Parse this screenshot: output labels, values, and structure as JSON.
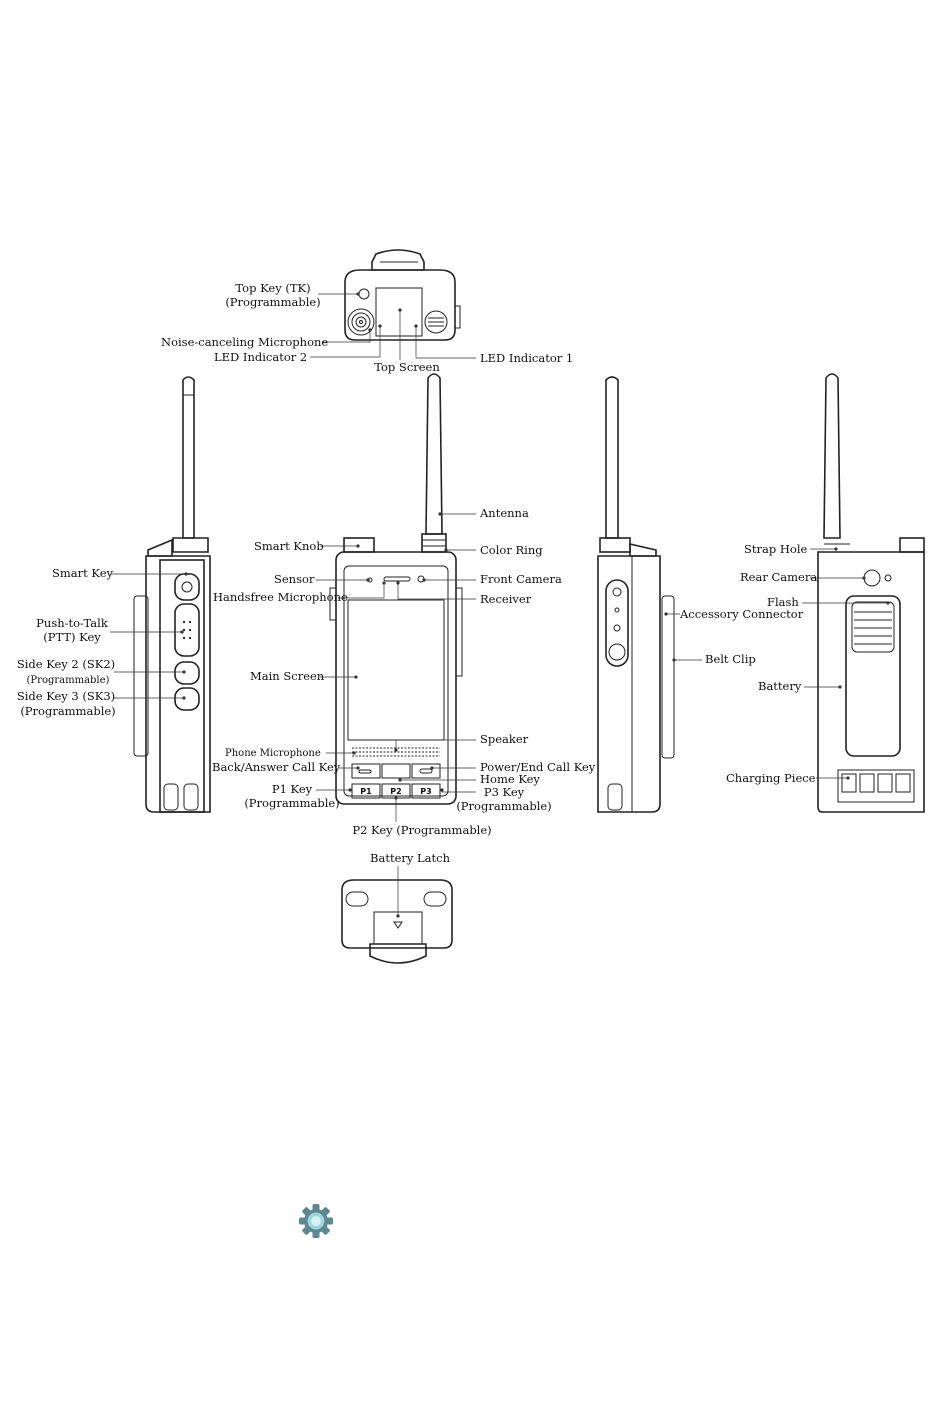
{
  "colors": {
    "line": "#222222",
    "gear_outer": "#5e8790",
    "gear_inner": "#9fd3de"
  },
  "icons": [
    "settings-gear-icon"
  ],
  "labels": {
    "top_key": "Top Key (TK)",
    "top_key_prog": "(Programmable)",
    "noise_mic": "Noise-canceling Microphone",
    "led2": "LED Indicator 2",
    "led1": "LED Indicator 1",
    "top_screen": "Top Screen",
    "antenna": "Antenna",
    "smart_knob": "Smart Knob",
    "color_ring": "Color Ring",
    "sensor": "Sensor",
    "front_camera": "Front Camera",
    "handsfree_mic": "Handsfree Microphone",
    "receiver": "Receiver",
    "main_screen": "Main Screen",
    "speaker": "Speaker",
    "phone_mic": "Phone Microphone",
    "back_answer": "Back/Answer Call Key",
    "power_end": "Power/End Call Key",
    "home_key": "Home Key",
    "p1_key": "P1 Key",
    "p1_prog": "(Programmable)",
    "p3_key": "P3 Key",
    "p3_prog": "(Programmable)",
    "p2_key": "P2 Key (Programmable)",
    "battery_latch": "Battery Latch",
    "smart_key": "Smart Key",
    "ptt": "Push-to-Talk",
    "ptt_key": "(PTT) Key",
    "sk2": "Side Key 2 (SK2)",
    "sk2_prog": "(Programmable)",
    "sk3": "Side Key 3 (SK3)",
    "sk3_prog": "(Programmable)",
    "accessory": "Accessory Connector",
    "belt_clip": "Belt Clip",
    "strap_hole": "Strap Hole",
    "rear_camera": "Rear Camera",
    "flash": "Flash",
    "battery": "Battery",
    "charging": "Charging Piece"
  },
  "keys": {
    "p1": "P1",
    "p2": "P2",
    "p3": "P3"
  }
}
